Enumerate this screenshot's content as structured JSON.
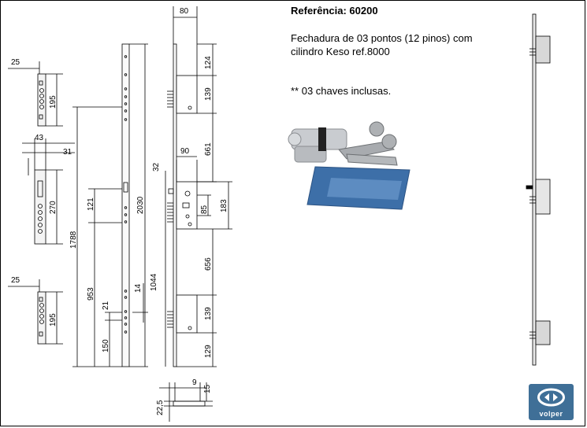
{
  "header": {
    "reference": "Referência: 60200",
    "description": "Fechadura de 03 pontos (12 pinos) com cilindro Keso ref.8000",
    "keys_note": "** 03 chaves inclusas."
  },
  "dimensions": {
    "top_width": "80",
    "top_lock_height": "124",
    "top_lock_body": "139",
    "top_to_center": "661",
    "center_width": "90",
    "center_offset": "32",
    "center_85": "85",
    "center_183": "183",
    "center_to_bottom": "656",
    "bottom_lock_body": "139",
    "bottom_129": "129",
    "total_2030": "2030",
    "height_1044": "1044",
    "height_14": "14",
    "left_25_top": "25",
    "left_195_top": "195",
    "left_43": "43",
    "left_31": "31",
    "left_270": "270",
    "left_1788": "1788",
    "left_121": "121",
    "left_953": "953",
    "left_21": "21",
    "left_150": "150",
    "left_25_bottom": "25",
    "left_195_bottom": "195",
    "section_9": "9",
    "section_15": "15",
    "section_22_5": "22,5"
  },
  "logo": {
    "brand": "volper",
    "color": "#3f6f97"
  },
  "colors": {
    "line": "#000000",
    "card": "#3d6fa8",
    "cylinder": "#c9ccd0"
  },
  "icons": {
    "photo": "lock-cylinder-keys-photo",
    "logo": "volper-logo-icon"
  }
}
